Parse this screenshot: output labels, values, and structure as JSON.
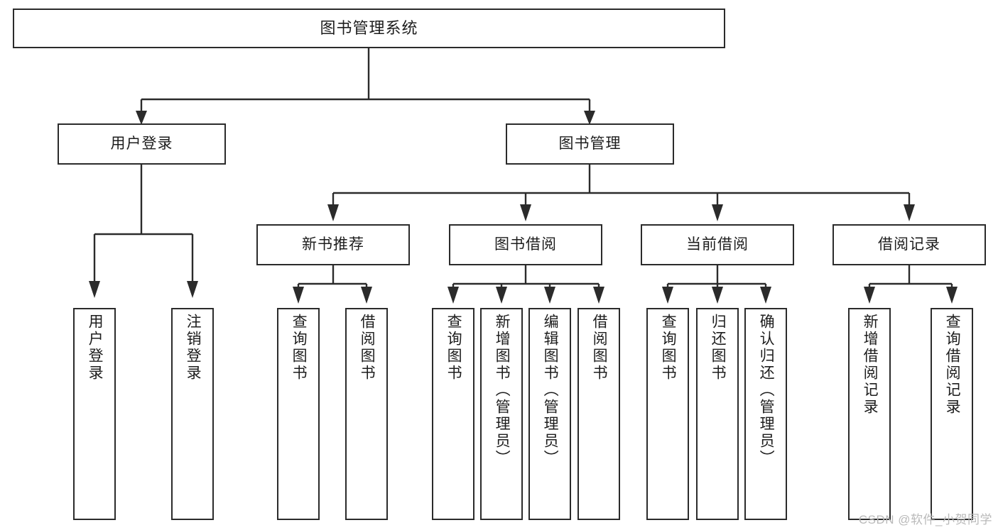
{
  "diagram": {
    "title": "图书管理系统",
    "root": {
      "label": "图书管理系统"
    },
    "level1": [
      {
        "label": "用户登录"
      },
      {
        "label": "图书管理"
      }
    ],
    "level2": [
      {
        "label": "新书推荐"
      },
      {
        "label": "图书借阅"
      },
      {
        "label": "当前借阅"
      },
      {
        "label": "借阅记录"
      }
    ],
    "leaves": [
      {
        "label": "用户登录"
      },
      {
        "label": "注销登录"
      },
      {
        "label": "查询图书"
      },
      {
        "label": "借阅图书"
      },
      {
        "label": "查询图书"
      },
      {
        "label": "新增图书（管理员）"
      },
      {
        "label": "编辑图书（管理员）"
      },
      {
        "label": "借阅图书"
      },
      {
        "label": "查询图书"
      },
      {
        "label": "归还图书"
      },
      {
        "label": "确认归还（管理员）"
      },
      {
        "label": "新增借阅记录"
      },
      {
        "label": "查询借阅记录"
      }
    ]
  },
  "watermark": {
    "text": "CSDN @软件_小贺同学"
  },
  "colors": {
    "stroke": "#2b2b2b",
    "text": "#1d1d1d",
    "background": "#ffffff",
    "watermark": "#b9b9b9"
  }
}
